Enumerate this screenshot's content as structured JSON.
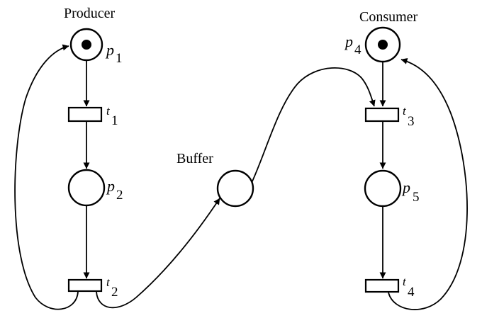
{
  "labels": {
    "producer": "Producer",
    "consumer": "Consumer",
    "buffer": "Buffer"
  },
  "places": {
    "p1": {
      "letter": "p",
      "index": "1",
      "tokens": 1
    },
    "p2": {
      "letter": "p",
      "index": "2",
      "tokens": 0
    },
    "p4": {
      "letter": "p",
      "index": "4",
      "tokens": 1
    },
    "p5": {
      "letter": "p",
      "index": "5",
      "tokens": 0
    },
    "buffer": {
      "tokens": 0
    }
  },
  "transitions": {
    "t1": {
      "letter": "t",
      "index": "1"
    },
    "t2": {
      "letter": "t",
      "index": "2"
    },
    "t3": {
      "letter": "t",
      "index": "3"
    },
    "t4": {
      "letter": "t",
      "index": "4"
    }
  },
  "colors": {
    "stroke": "#000000",
    "background": "#ffffff"
  }
}
